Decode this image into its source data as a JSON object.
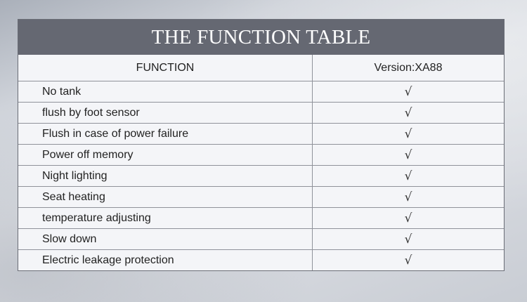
{
  "title": "THE FUNCTION TABLE",
  "header": {
    "function_label": "FUNCTION",
    "version_label": "Version:XA88"
  },
  "check_mark": "√",
  "rows": [
    {
      "function": "No tank",
      "icon": "check-icon"
    },
    {
      "function": "flush by foot sensor",
      "icon": "check-icon"
    },
    {
      "function": "Flush in case of power failure",
      "icon": "check-icon"
    },
    {
      "function": "Power off memory",
      "icon": "check-icon"
    },
    {
      "function": "Night lighting",
      "icon": "check-icon"
    },
    {
      "function": "Seat heating",
      "icon": "check-icon"
    },
    {
      "function": "temperature adjusting",
      "icon": "check-icon"
    },
    {
      "function": "Slow down",
      "icon": "check-icon"
    },
    {
      "function": "Electric leakage protection",
      "icon": "check-icon"
    }
  ],
  "colors": {
    "title_bar": "#656872",
    "table_bg": "#f4f5f8",
    "border": "#8f929a"
  }
}
